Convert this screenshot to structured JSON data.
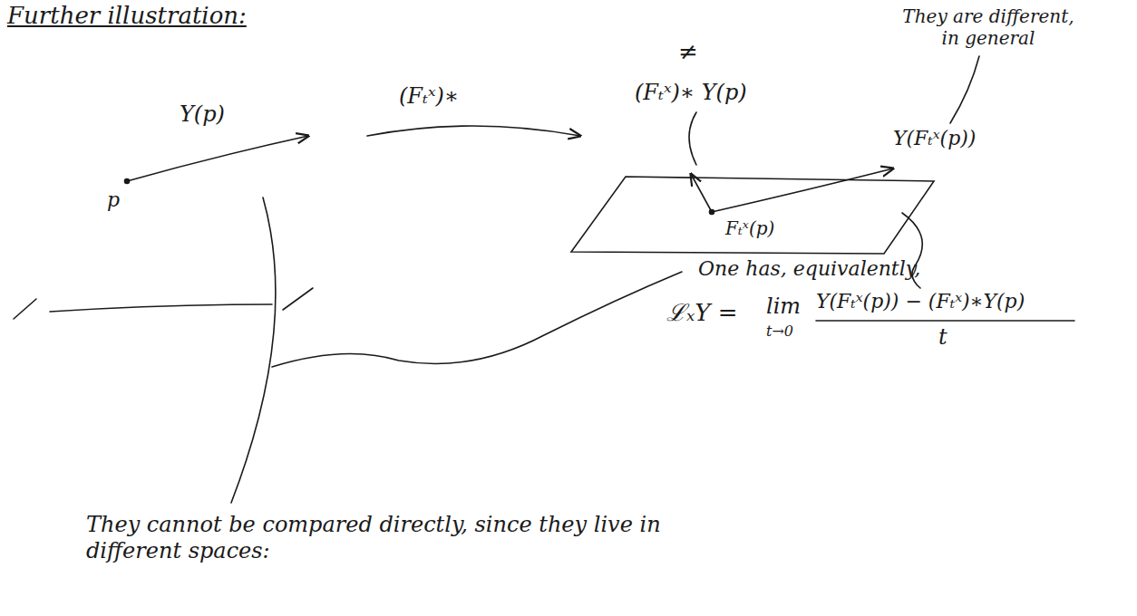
{
  "diagram": {
    "title": "Further illustration:",
    "labels": [
      "They are different, in general",
      "≠",
      "(Fₜˣ)∗ Y(p)",
      "Y(Fₜˣ(p))",
      "Y(p)",
      "(Fₜˣ)∗",
      "p",
      "Fₜˣ(p)",
      "One has, equivalently,",
      "ℒₓY =",
      "lim",
      "t→0",
      "Y(Fₜˣ(p)) − (Fₜˣ)∗Y(p)",
      "t",
      "They cannot be compared directly, since they live in different spaces:"
    ]
  }
}
